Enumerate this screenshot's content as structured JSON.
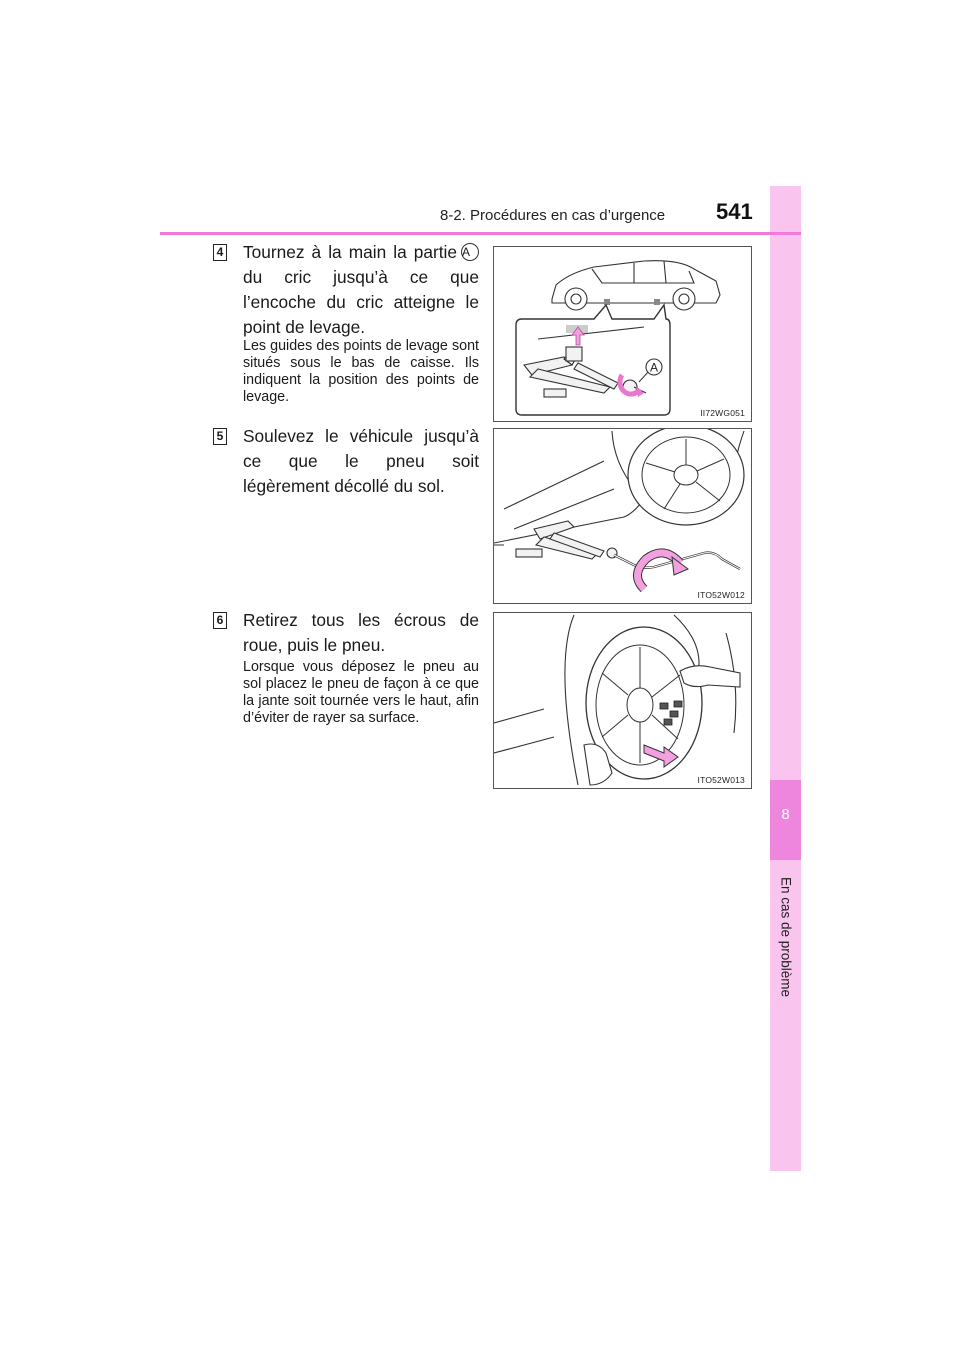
{
  "header": {
    "section": "8-2. Procédures en cas d’urgence",
    "page_number": "541"
  },
  "side_tab": {
    "chapter_number": "8",
    "chapter_title": "En cas de problème"
  },
  "steps": [
    {
      "number": "4",
      "main_text_1": "Tournez à la main la partie",
      "callout": "A",
      "main_text_2": "du cric jusqu’à ce que l’encoche du cric atteigne le point de levage.",
      "note": "Les guides des points de levage sont situés sous le bas de caisse. Ils indiquent la position des points de levage.",
      "figure_code": "II72WG051",
      "figure_callout": "A"
    },
    {
      "number": "5",
      "main_text": "Soulevez le véhicule jusqu’à ce que le pneu soit légèrement décollé du sol.",
      "figure_code": "ITO52W012"
    },
    {
      "number": "6",
      "main_text": "Retirez tous les écrous de roue, puis le pneu.",
      "note": "Lorsque vous déposez le pneu au sol placez le pneu de façon à ce que la jante soit tournée vers le haut, afin d’éviter de rayer sa surface.",
      "figure_code": "ITO52W013"
    }
  ],
  "colors": {
    "accent_pink": "#ee86dd",
    "tab_pink": "#f9c4ee",
    "arrow_pink": "#f3a0e0"
  }
}
